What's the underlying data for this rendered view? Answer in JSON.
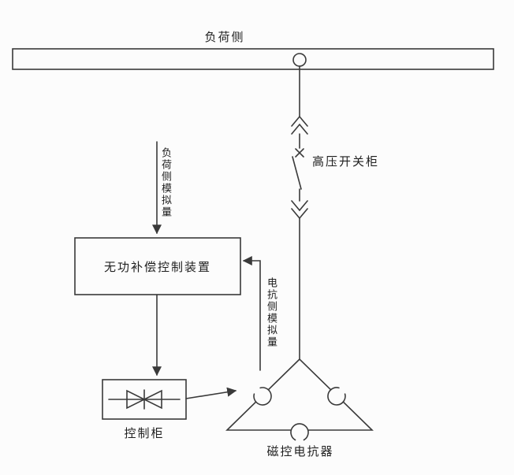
{
  "diagram": {
    "bus": {
      "label": "负荷侧"
    },
    "switchgear": {
      "label": "高压开关柜"
    },
    "controller": {
      "label": "无功补偿控制装置"
    },
    "cabinet": {
      "label": "控制柜"
    },
    "reactor": {
      "label": "磁控电抗器"
    },
    "signals": {
      "load_side": "负荷侧模拟量",
      "reactor_side": "电抗侧模拟量"
    },
    "colors": {
      "line": "#3a3a3a",
      "background": "#fcfcfc"
    }
  }
}
